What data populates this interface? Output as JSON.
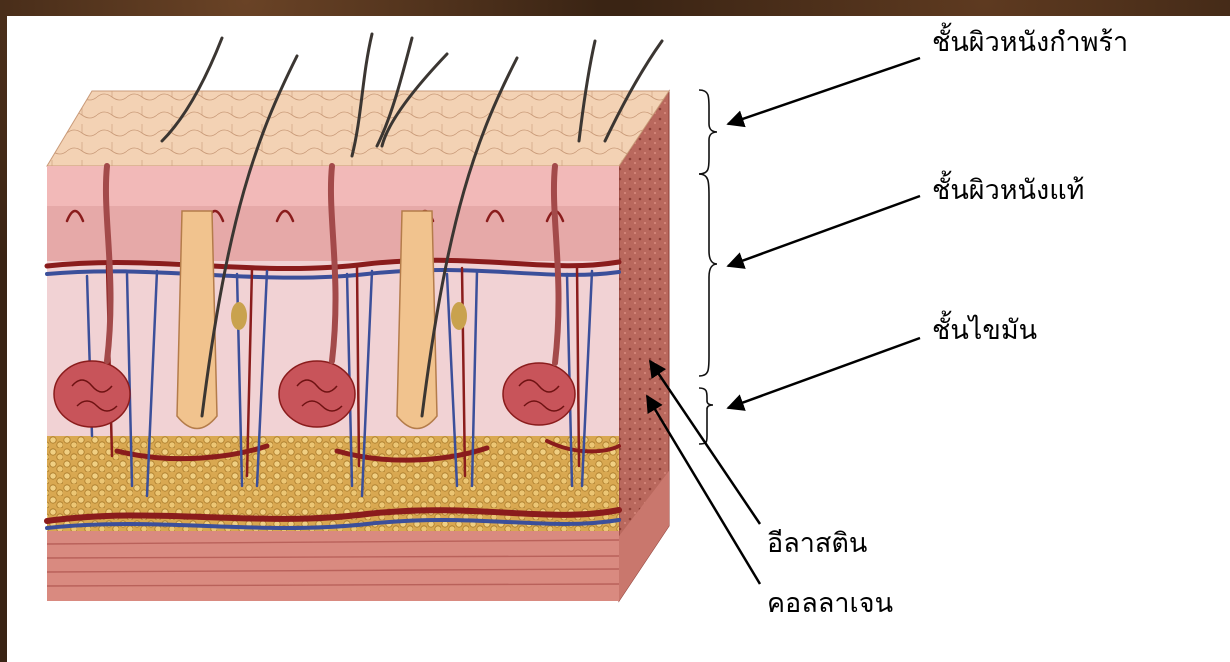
{
  "labels": {
    "epidermis": "ชั้นผิวหนังกำพร้า",
    "dermis": "ชั้นผิวหนังแท้",
    "subcutaneous": "ชั้นไขมัน",
    "elastin": "อีลาสติน",
    "collagen": "คอลลาเจน"
  },
  "colors": {
    "frame": "#3a2414",
    "epidermis": "#f3d2b4",
    "dermis": "#eab8b6",
    "fat": "#d9a851",
    "muscle": "#d98a80",
    "vessel_red": "#8a1c1c",
    "vessel_blue": "#3b4f9a"
  }
}
